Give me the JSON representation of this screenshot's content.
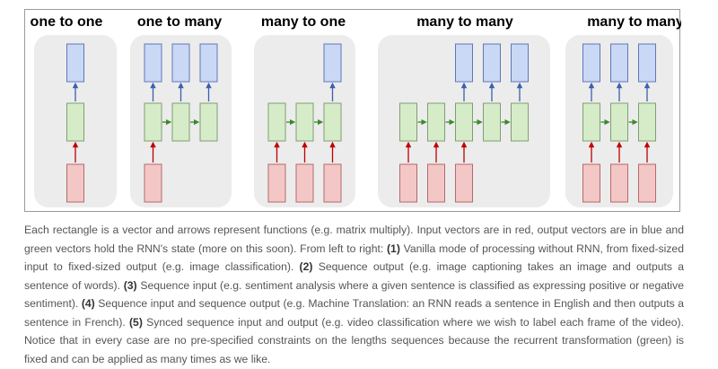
{
  "diagram": {
    "colors": {
      "input_fill": "#f4c7c7",
      "input_stroke": "#b46a6a",
      "hidden_fill": "#d6ecc9",
      "hidden_stroke": "#7f9e72",
      "output_fill": "#c9d8f5",
      "output_stroke": "#5f77b8",
      "arrow_red": "#c00000",
      "arrow_green": "#3a8a2a",
      "arrow_blue": "#3b5fb0",
      "panel_bg": "#ececec"
    },
    "panels": [
      {
        "title": "one to one",
        "columns": [
          {
            "input": true,
            "output": true
          }
        ]
      },
      {
        "title": "one to many",
        "columns": [
          {
            "input": true,
            "output": true
          },
          {
            "input": false,
            "output": true
          },
          {
            "input": false,
            "output": true
          }
        ]
      },
      {
        "title": "many to one",
        "columns": [
          {
            "input": true,
            "output": false
          },
          {
            "input": true,
            "output": false
          },
          {
            "input": true,
            "output": true
          }
        ]
      },
      {
        "title": "many to many",
        "columns": [
          {
            "input": true,
            "output": false
          },
          {
            "input": true,
            "output": false
          },
          {
            "input": true,
            "output": true
          },
          {
            "input": false,
            "output": true
          },
          {
            "input": false,
            "output": true
          }
        ]
      },
      {
        "title": "many to many",
        "columns": [
          {
            "input": true,
            "output": true
          },
          {
            "input": true,
            "output": true
          },
          {
            "input": true,
            "output": true
          }
        ]
      }
    ]
  },
  "caption": {
    "intro": "Each rectangle is a vector and arrows represent functions (e.g. matrix multiply). Input vectors are in red, output vectors are in blue and green vectors hold the RNN's state (more on this soon). From left to right: ",
    "n1": "(1)",
    "t1": " Vanilla mode of processing without RNN, from fixed-sized input to fixed-sized output (e.g. image classification). ",
    "n2": "(2)",
    "t2": " Sequence output (e.g. image captioning takes an image and outputs a sentence of words). ",
    "n3": "(3)",
    "t3": " Sequence input (e.g. sentiment analysis where a given sentence is classified as expressing positive or negative sentiment). ",
    "n4": "(4)",
    "t4": " Sequence input and sequence output (e.g. Machine Translation: an RNN reads a sentence in English and then outputs a sentence in French). ",
    "n5": "(5)",
    "t5": " Synced sequence input and output (e.g. video classification where we wish to label each frame of the video). Notice that in every case are no pre-specified constraints on the lengths sequences because the recurrent transformation (green) is fixed and can be applied as many times as we like."
  }
}
